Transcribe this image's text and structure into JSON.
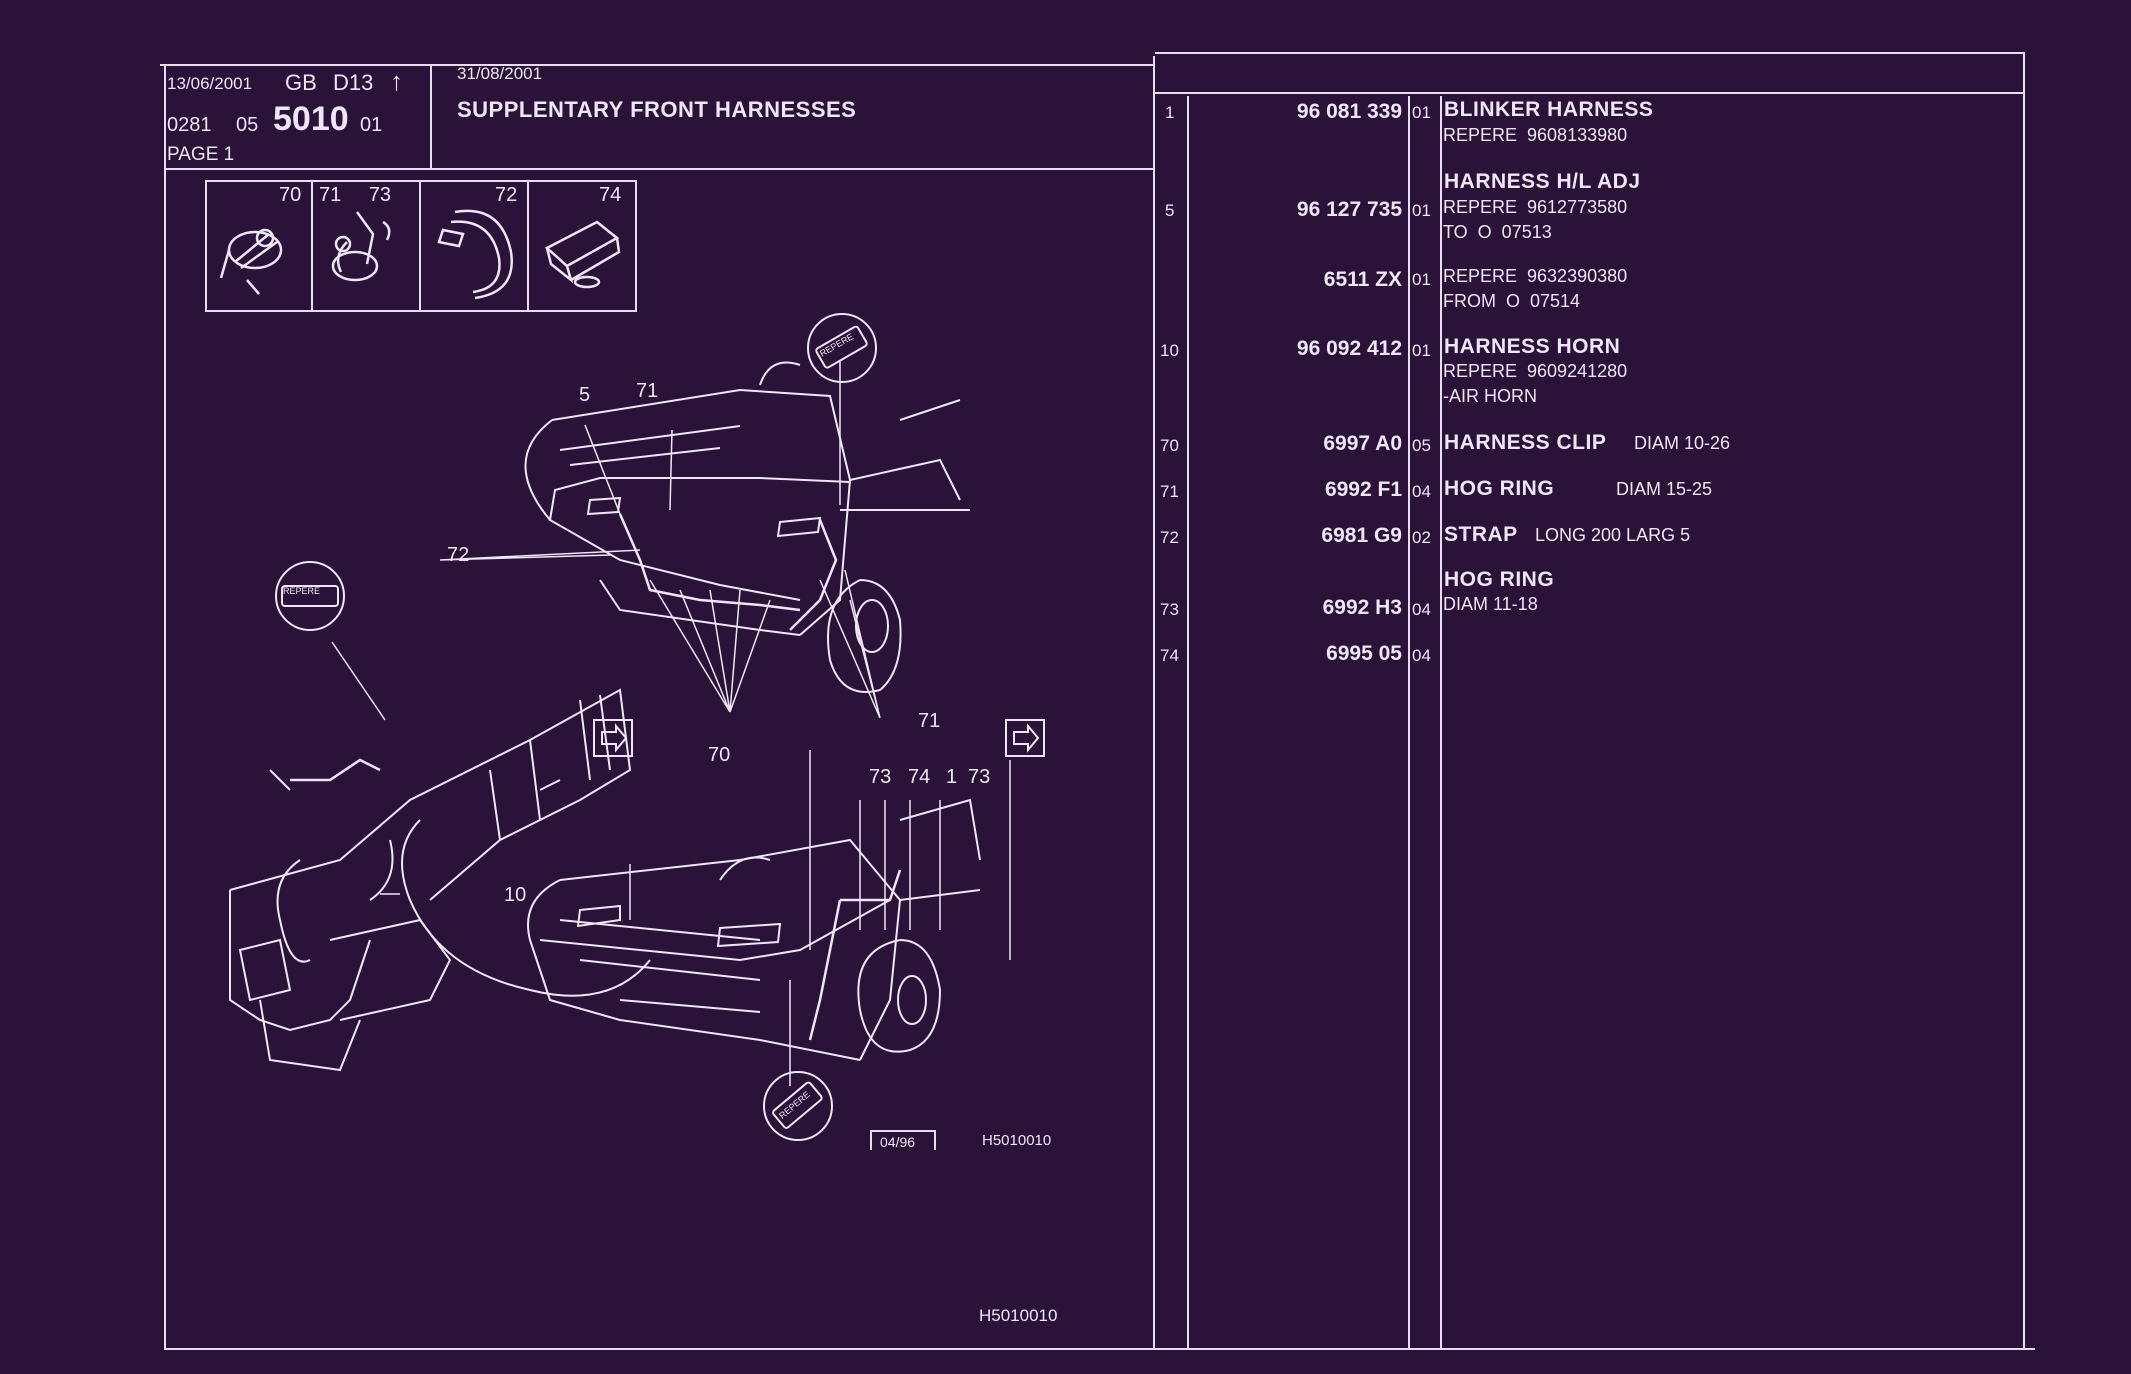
{
  "header": {
    "print_date": "13/06/2001",
    "lang": "GB",
    "model": "D13",
    "arrow": "↑",
    "code_prefix": "0281",
    "group": "05",
    "plate": "5010",
    "suffix": "01",
    "page": "PAGE 1",
    "update_date": "31/08/2001",
    "title": "SUPPLENTARY FRONT HARNESSES"
  },
  "thumbs": [
    {
      "refs": "70",
      "icon": "harness-clip-icon"
    },
    {
      "refs": "71 73",
      "icon": "hog-ring-icon"
    },
    {
      "refs": "72",
      "icon": "strap-icon"
    },
    {
      "refs": "74",
      "icon": "connector-icon"
    }
  ],
  "callouts": {
    "c5": "5",
    "c71a": "71",
    "c72": "72",
    "c70": "70",
    "c71b": "71",
    "c10": "10",
    "c73a": "73",
    "c74": "74",
    "c1": "1",
    "c73b": "73",
    "repere": "REPERE"
  },
  "drawing_footer": {
    "revision": "04/96",
    "plate_ref": "H5010010",
    "bottom_ref": "H5010010"
  },
  "parts": [
    {
      "item": "1",
      "number": "96 081 339",
      "qty": "01",
      "name": "BLINKER HARNESS",
      "desc": "",
      "notes": [
        "REPERE  9608133980"
      ]
    },
    {
      "item": "5",
      "number": "96 127 735",
      "qty": "01",
      "name": "HARNESS H/L ADJ",
      "desc": "",
      "notes": [
        "REPERE  9612773580",
        "TO  O  07513"
      ]
    },
    {
      "item": "",
      "number": "6511 ZX",
      "qty": "01",
      "name": "",
      "desc": "",
      "notes": [
        "REPERE  9632390380",
        "FROM  O  07514"
      ]
    },
    {
      "item": "10",
      "number": "96 092 412",
      "qty": "01",
      "name": "HARNESS HORN",
      "desc": "",
      "notes": [
        "REPERE  9609241280",
        "-AIR HORN"
      ]
    },
    {
      "item": "70",
      "number": "6997 A0",
      "qty": "05",
      "name": "HARNESS CLIP",
      "desc": "DIAM 10-26",
      "notes": []
    },
    {
      "item": "71",
      "number": "6992 F1",
      "qty": "04",
      "name": "HOG RING",
      "desc": "DIAM 15-25",
      "notes": []
    },
    {
      "item": "72",
      "number": "6981 G9",
      "qty": "02",
      "name": "STRAP",
      "desc": "LONG 200 LARG 5",
      "notes": []
    },
    {
      "item": "73",
      "number": "6992 H3",
      "qty": "04",
      "name": "HOG RING",
      "desc": "",
      "notes": [
        "DIAM 11-18"
      ]
    },
    {
      "item": "74",
      "number": "6995 05",
      "qty": "04",
      "name": "",
      "desc": "",
      "notes": []
    }
  ]
}
